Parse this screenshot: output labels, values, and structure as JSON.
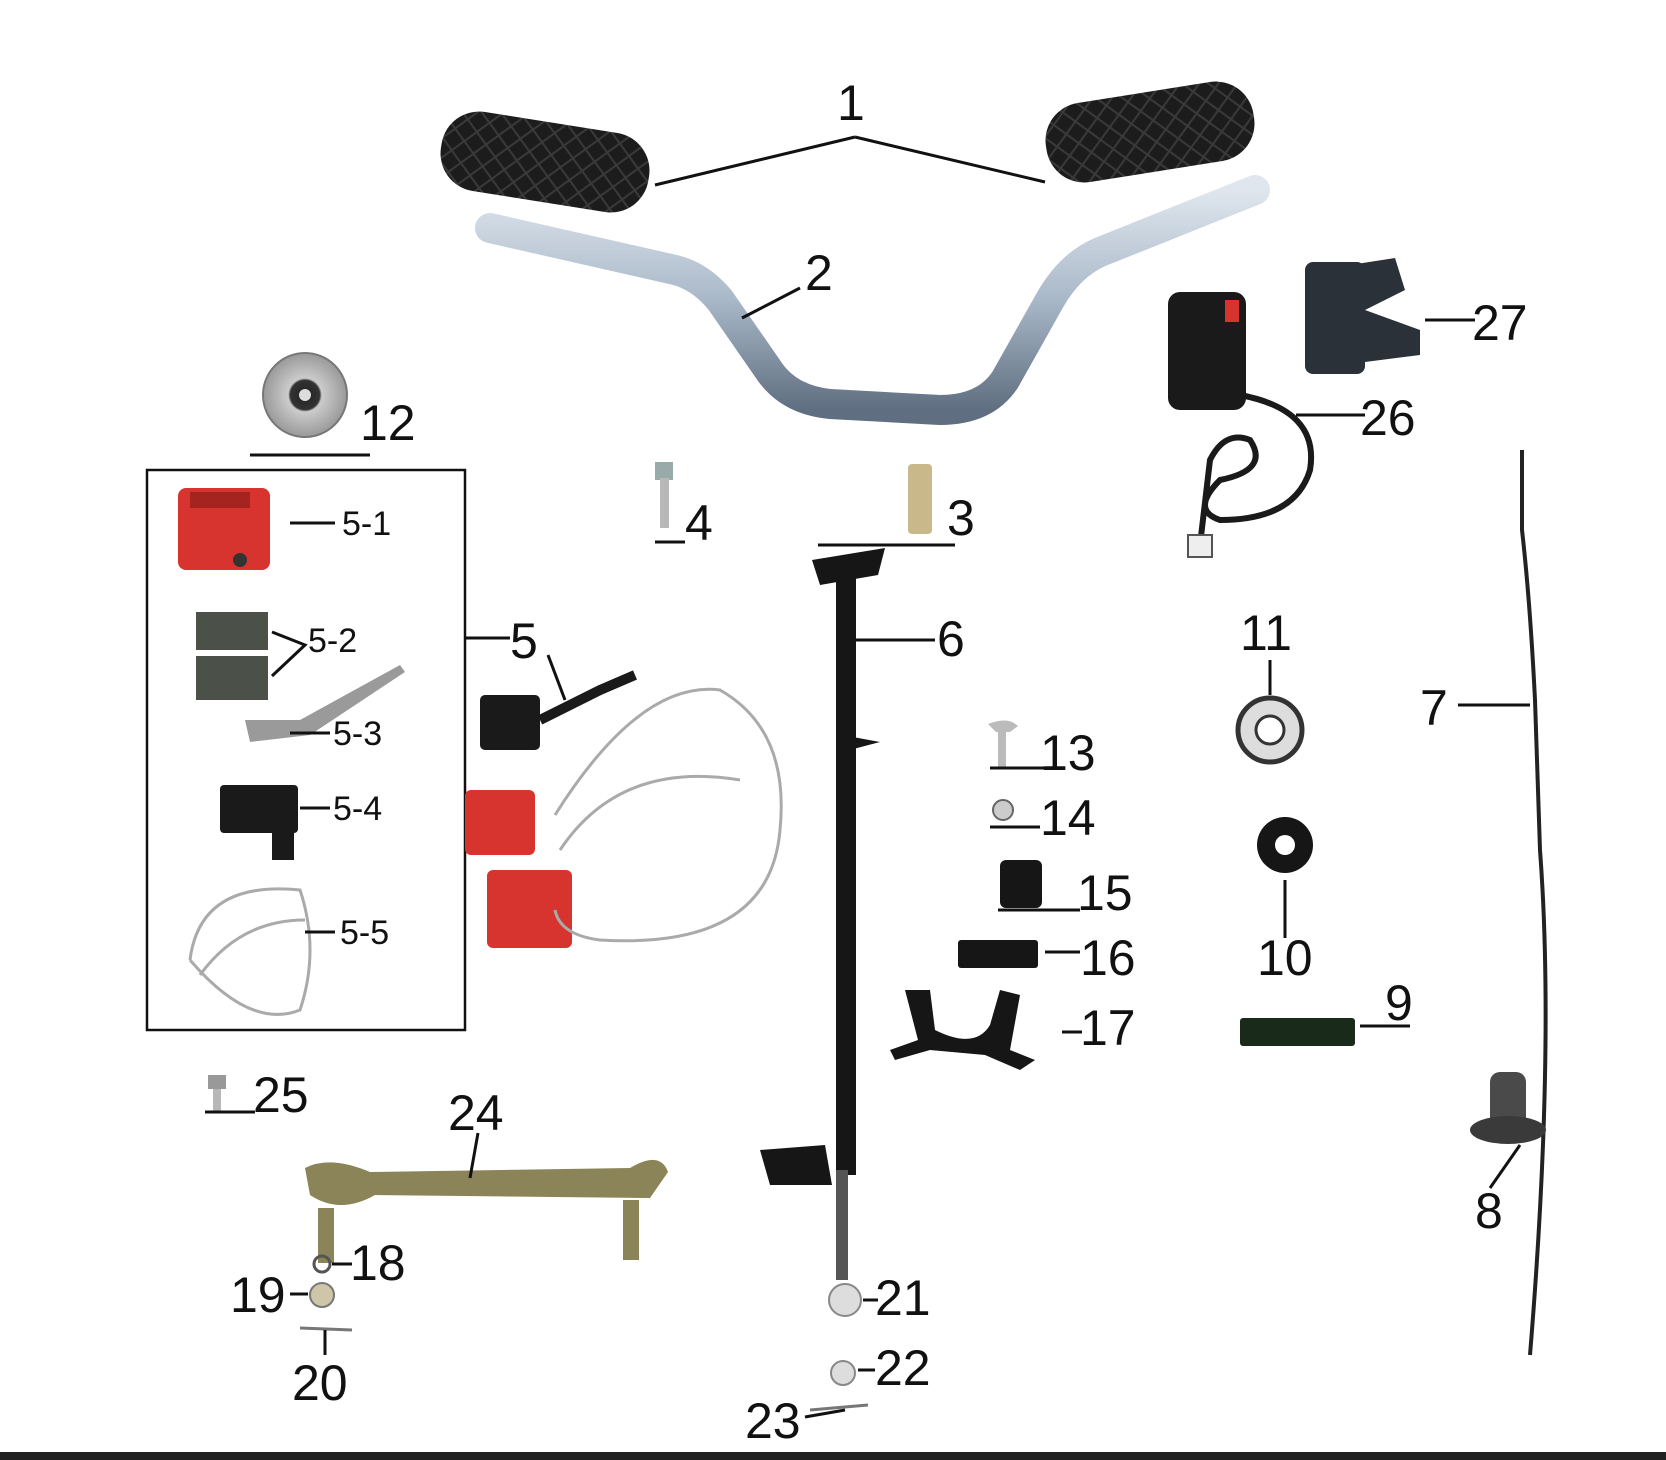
{
  "labels": {
    "p1": "1",
    "p2": "2",
    "p3": "3",
    "p4": "4",
    "p5": "5",
    "p5_1": "5-1",
    "p5_2": "5-2",
    "p5_3": "5-3",
    "p5_4": "5-4",
    "p5_5": "5-5",
    "p6": "6",
    "p7": "7",
    "p8": "8",
    "p9": "9",
    "p10": "10",
    "p11": "11",
    "p12": "12",
    "p13": "13",
    "p14": "14",
    "p15": "15",
    "p16": "16",
    "p17": "17",
    "p18": "18",
    "p19": "19",
    "p20": "20",
    "p21": "21",
    "p22": "22",
    "p23": "23",
    "p24": "24",
    "p25": "25",
    "p26": "26",
    "p27": "27"
  },
  "colors": {
    "grip": "#1c1c1c",
    "handlebar": "#a9b8c8",
    "caliper": "#d8342f",
    "steel": "#b8b8b8",
    "black_part": "#161616"
  }
}
